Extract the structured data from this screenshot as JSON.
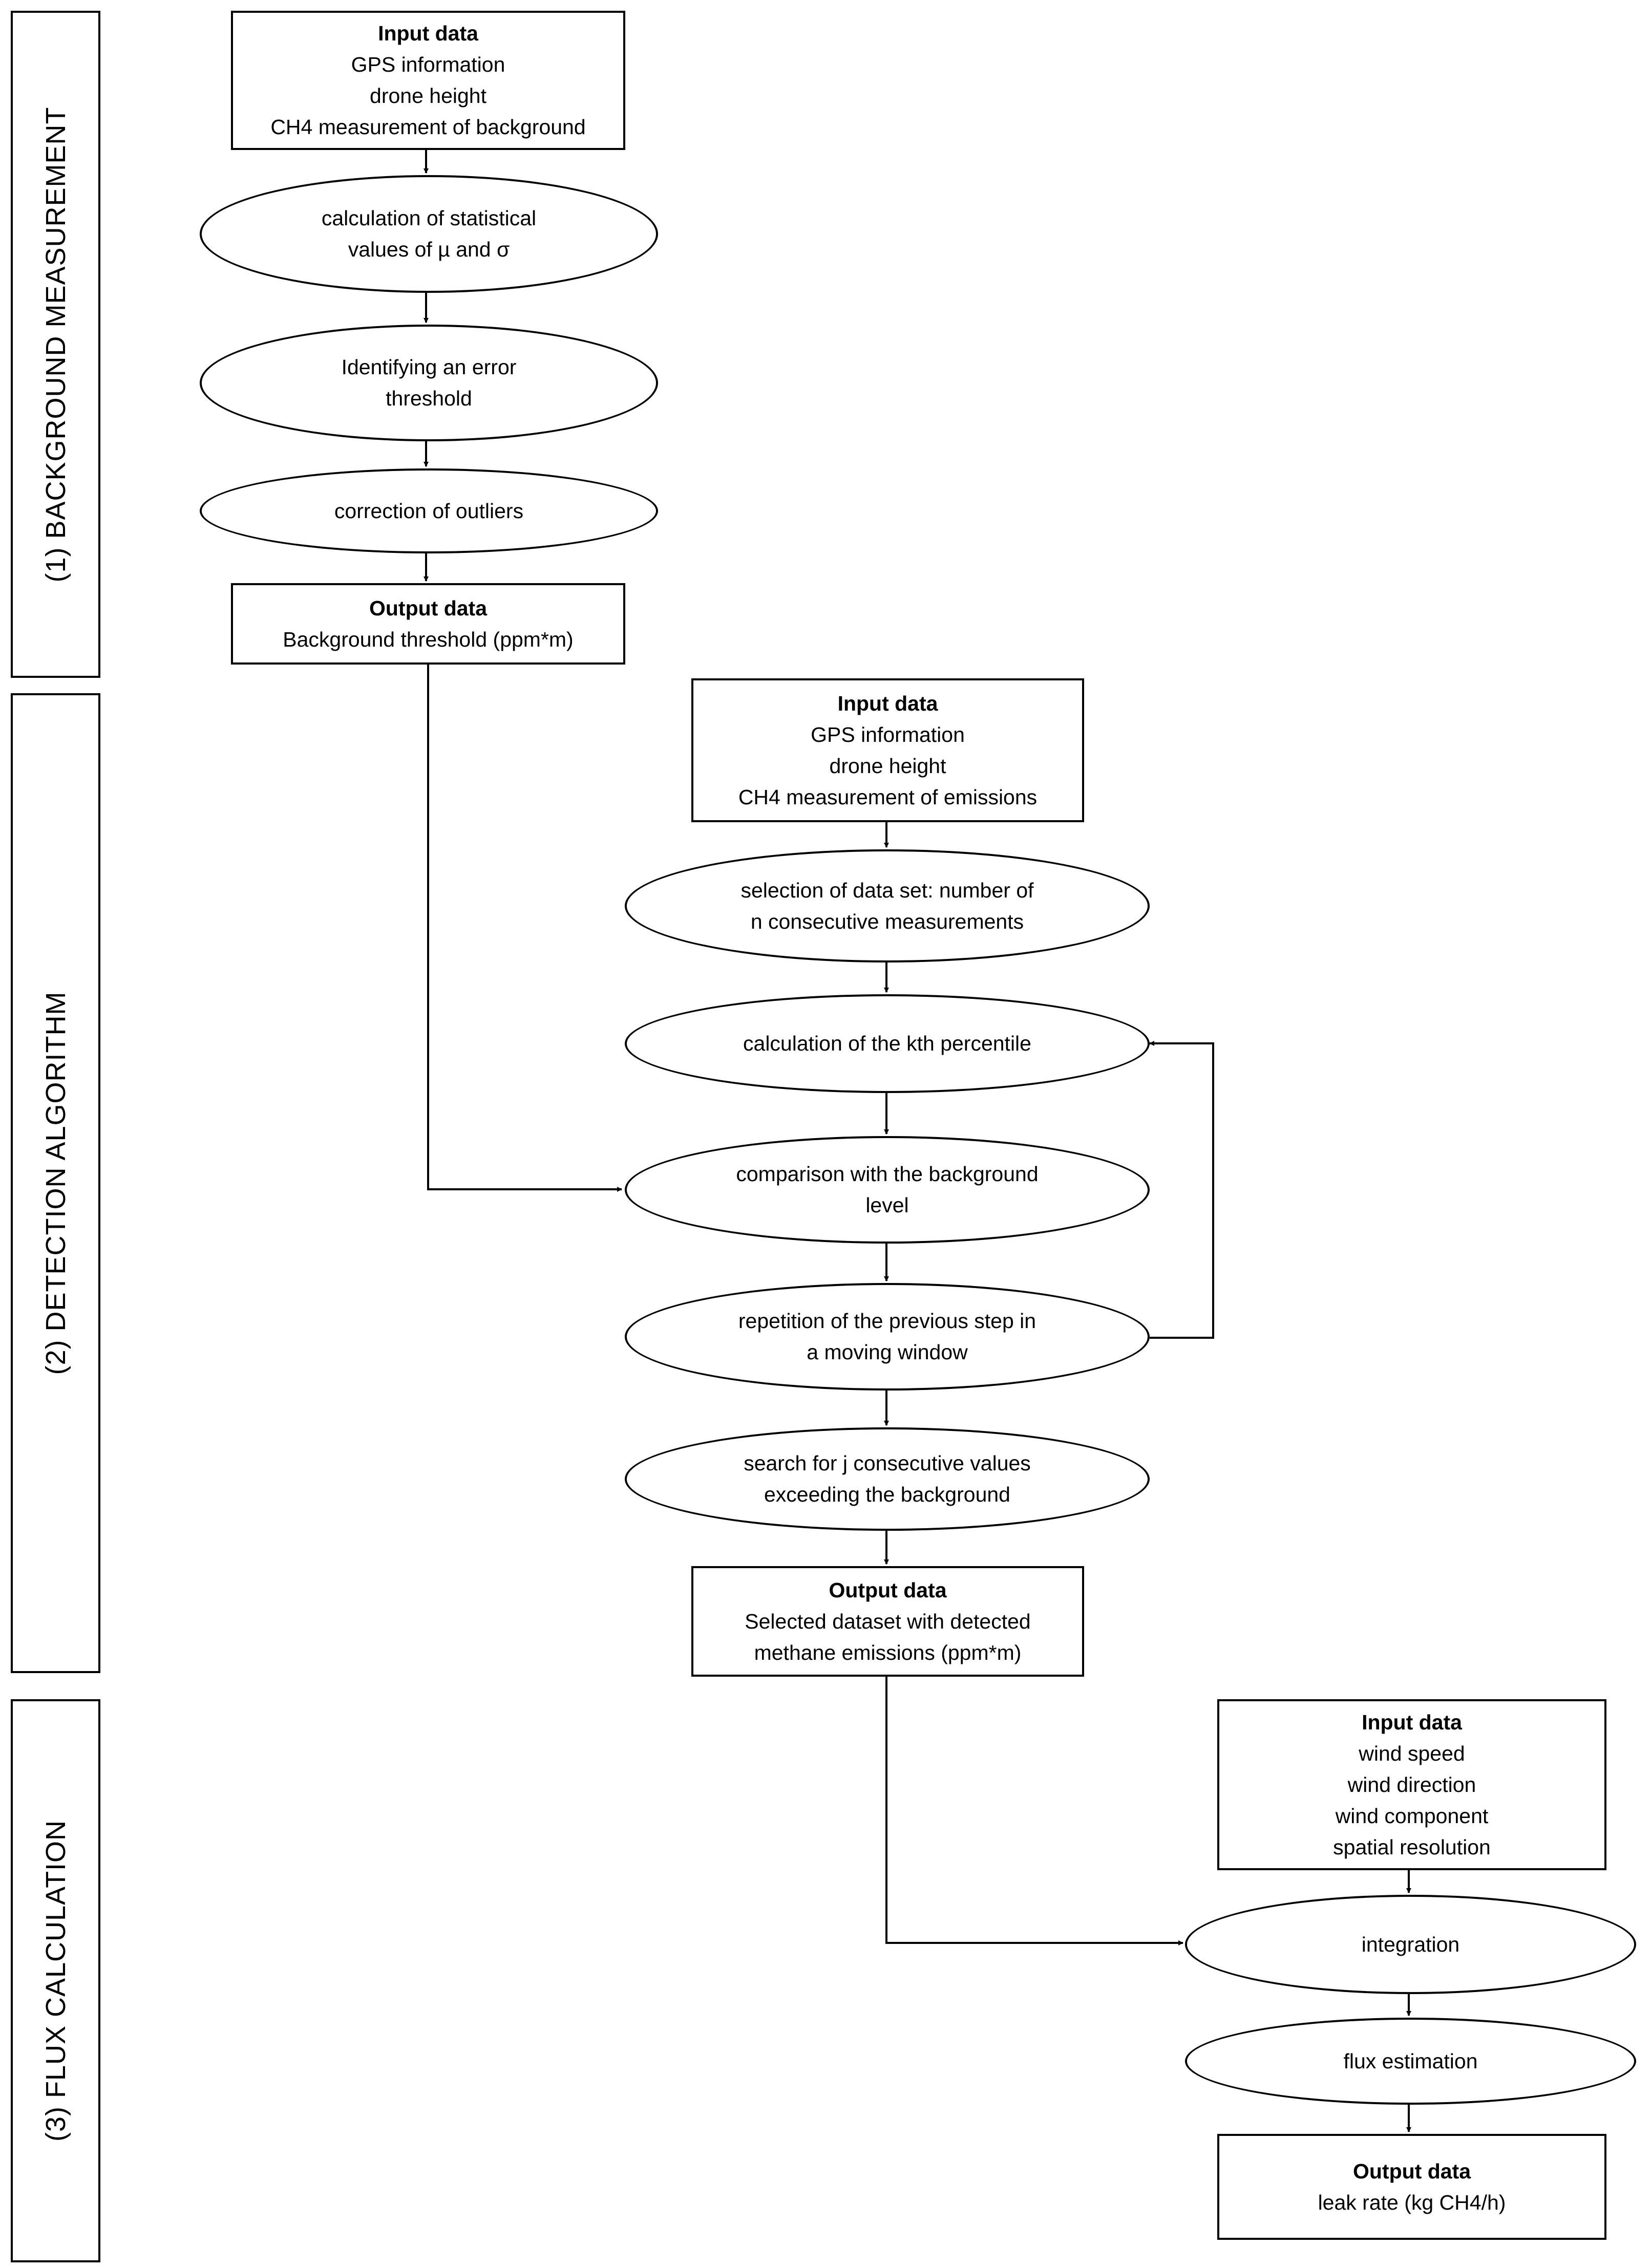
{
  "sections": [
    {
      "label": "(1) BACKGROUND MEASUREMENT"
    },
    {
      "label": "(2) DETECTION ALGORITHM"
    },
    {
      "label": "(3) FLUX CALCULATION"
    }
  ],
  "s1": {
    "input": {
      "title": "Input data",
      "lines": [
        "GPS information",
        "drone height",
        "CH4 measurement of background"
      ]
    },
    "step1": [
      "calculation of statistical",
      "values of µ and σ"
    ],
    "step2": [
      "Identifying an error",
      "threshold"
    ],
    "step3": [
      "correction of outliers"
    ],
    "output": {
      "title": "Output data",
      "lines": [
        "Background threshold (ppm*m)"
      ]
    }
  },
  "s2": {
    "input": {
      "title": "Input data",
      "lines": [
        "GPS information",
        "drone height",
        "CH4 measurement of emissions"
      ]
    },
    "step1": [
      "selection of data set: number of",
      "n consecutive measurements"
    ],
    "step2": [
      "calculation of the kth percentile"
    ],
    "step3": [
      "comparison with the background",
      "level"
    ],
    "step4": [
      "repetition of the previous step in",
      "a moving window"
    ],
    "step5": [
      "search for j consecutive values",
      "exceeding the background"
    ],
    "output": {
      "title": "Output data",
      "lines": [
        "Selected dataset with detected",
        "methane emissions (ppm*m)"
      ]
    }
  },
  "s3": {
    "input": {
      "title": "Input data",
      "lines": [
        "wind speed",
        "wind direction",
        "wind component",
        "spatial resolution"
      ]
    },
    "step1": [
      "integration"
    ],
    "step2": [
      "flux estimation"
    ],
    "output": {
      "title": "Output data",
      "lines": [
        "leak rate (kg CH4/h)"
      ]
    }
  }
}
